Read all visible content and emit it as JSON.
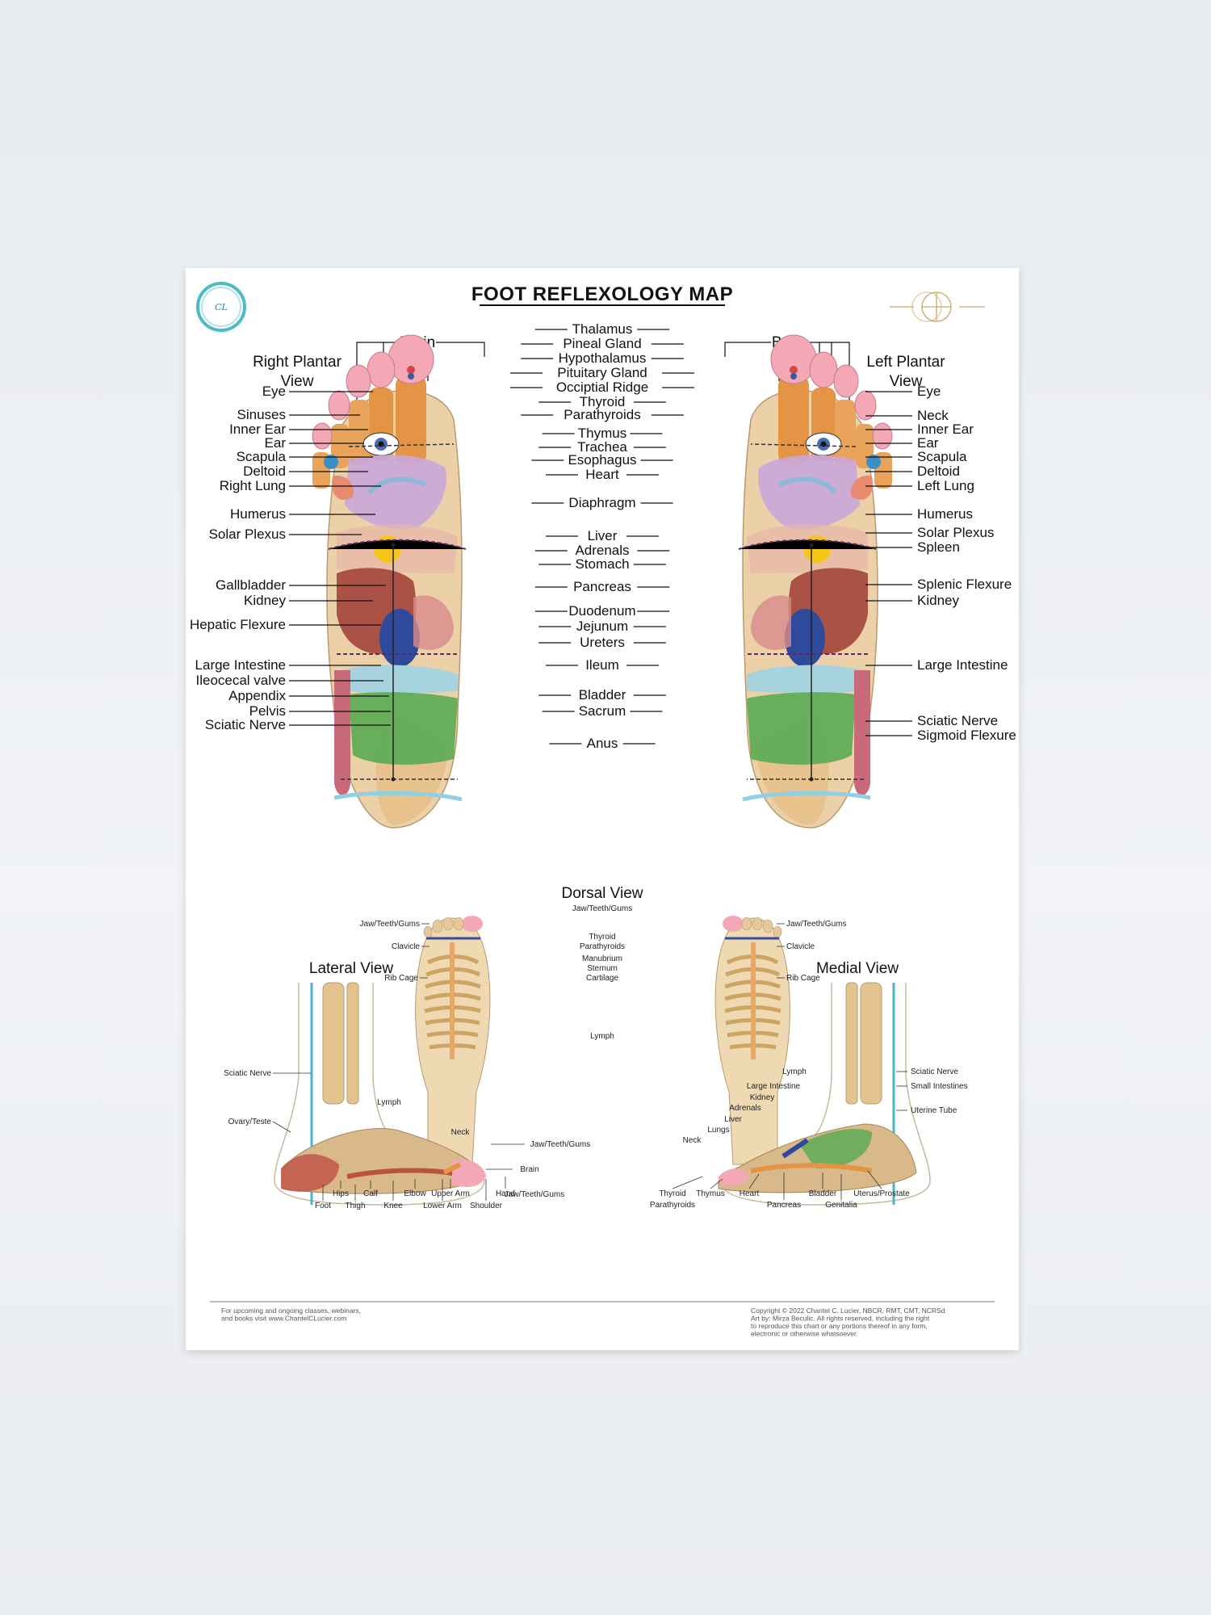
{
  "title": "FOOT REFLEXOLOGY MAP",
  "views": {
    "right_plantar": "Right Plantar\nView",
    "left_plantar": "Left Plantar\nView",
    "dorsal": "Dorsal View",
    "lateral": "Lateral View",
    "medial": "Medial View"
  },
  "brain_label": "Brain",
  "right_labels": [
    "Eye",
    "Sinuses",
    "Inner Ear",
    "Ear",
    "Scapula",
    "Deltoid",
    "Right Lung",
    "Humerus",
    "Solar Plexus",
    "Gallbladder",
    "Kidney",
    "Hepatic Flexure",
    "Large Intestine",
    "Ileocecal valve",
    "Appendix",
    "Pelvis",
    "Sciatic Nerve"
  ],
  "center_labels": [
    "Thalamus",
    "Pineal Gland",
    "Hypothalamus",
    "Pituitary Gland",
    "Occiptial Ridge",
    "Thyroid",
    "Parathyroids",
    "Thymus",
    "Trachea",
    "Esophagus",
    "Heart",
    "Diaphragm",
    "Liver",
    "Adrenals",
    "Stomach",
    "Pancreas",
    "Duodenum",
    "Jejunum",
    "Ureters",
    "Ileum",
    "Bladder",
    "Sacrum",
    "Anus"
  ],
  "left_labels": [
    "Eye",
    "Neck",
    "Inner Ear",
    "Ear",
    "Scapula",
    "Deltoid",
    "Left Lung",
    "Humerus",
    "Solar Plexus",
    "Spleen",
    "Splenic Flexure",
    "Kidney",
    "Large Intestine",
    "Sciatic Nerve",
    "Sigmoid Flexure"
  ],
  "dorsal_labels": {
    "left": [
      "Jaw/Teeth/Gums",
      "Clavicle",
      "Rib Cage"
    ],
    "center": [
      "Jaw/Teeth/Gums",
      "Thyroid",
      "Parathyroids",
      "Manubrium",
      "Sternum",
      "Cartilage"
    ],
    "right": [
      "Jaw/Teeth/Gums",
      "Clavicle",
      "Rib Cage"
    ],
    "lymph": "Lymph"
  },
  "lateral_labels": [
    "Sciatic Nerve",
    "Ovary/Teste",
    "Lymph",
    "Neck",
    "Jaw/Teeth/Gums",
    "Brain",
    "Jaw/Teeth/Gums",
    "Foot",
    "Hips",
    "Thigh",
    "Calf",
    "Knee",
    "Elbow",
    "Lower Arm",
    "Upper Arm",
    "Shoulder",
    "Hand"
  ],
  "medial_labels": [
    "Lymph",
    "Large Intestine",
    "Kidney",
    "Adrenals",
    "Liver",
    "Lungs",
    "Neck",
    "Sciatic Nerve",
    "Small Intestines",
    "Uterine Tube",
    "Thyroid",
    "Parathyroids",
    "Thymus",
    "Heart",
    "Pancreas",
    "Bladder",
    "Genitalia",
    "Uterus/Prostate"
  ],
  "footer_left": "For upcoming and ongoing classes, webinars,\nand books visit www.ChantelCLucier.com",
  "footer_right": "Copyright © 2022 Chantel C. Lucier, NBCR, RMT, CMT, NCRSd\nArt by: Mirza Beculic.  All rights reserved, including the right\nto reproduce this chart or any portions thereof in any form,\nelectronic or otherwise whatsoever.",
  "colors": {
    "page_bg": "#eceff3",
    "logo_ring": "#2ab0b8",
    "brain_toe": "#f4a7b5",
    "toe_orange": "#e8923a",
    "lung": "#c9a6d9",
    "liver": "#a3473d",
    "kidney": "#2f4a9a",
    "intestine_green": "#5dab55",
    "intestine_blue": "#a7d3de",
    "bone": "#e9cf9b",
    "solar_plexus": "#f5c518"
  }
}
